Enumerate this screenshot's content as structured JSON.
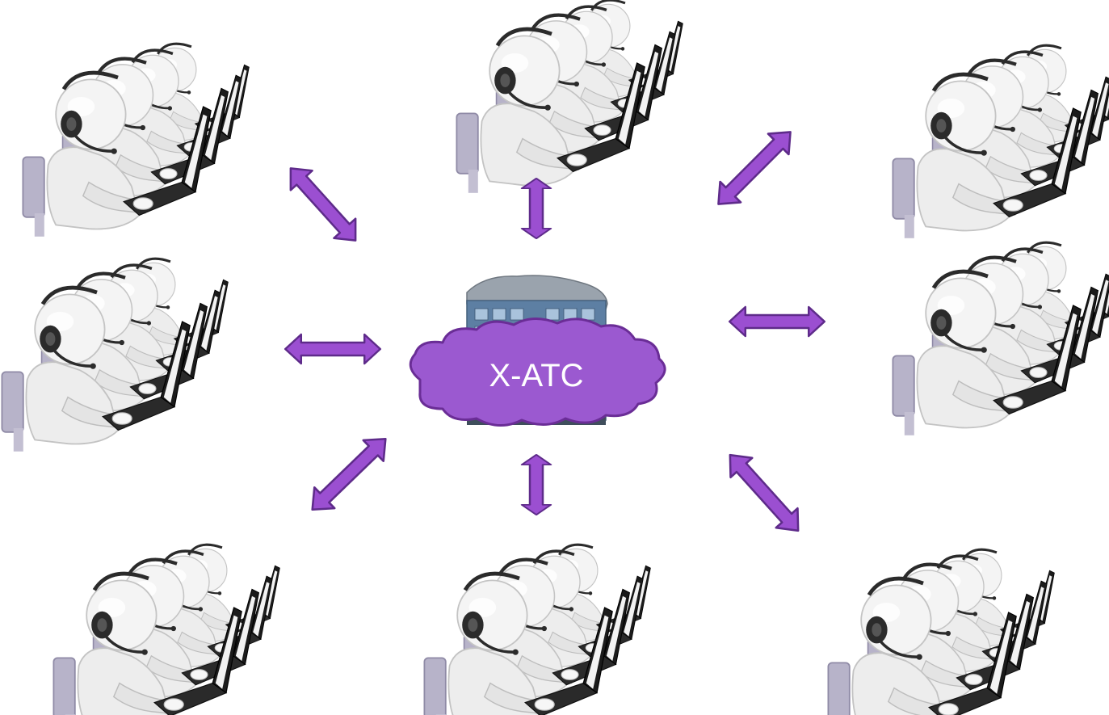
{
  "hub": {
    "label": "X-ATC",
    "cloud_color": "#9b59d0",
    "cloud_stroke": "#6a2d96",
    "label_color": "#ffffff"
  },
  "nodes": [
    {
      "id": "operator-group-top-left"
    },
    {
      "id": "operator-group-top-center"
    },
    {
      "id": "operator-group-top-right"
    },
    {
      "id": "operator-group-middle-left"
    },
    {
      "id": "operator-group-middle-right"
    },
    {
      "id": "operator-group-bottom-left"
    },
    {
      "id": "operator-group-bottom-center"
    },
    {
      "id": "operator-group-bottom-right"
    }
  ],
  "edges": [
    {
      "from": "operator-group-top-left",
      "to": "hub",
      "type": "bidirectional"
    },
    {
      "from": "operator-group-top-center",
      "to": "hub",
      "type": "bidirectional"
    },
    {
      "from": "operator-group-top-right",
      "to": "hub",
      "type": "bidirectional"
    },
    {
      "from": "operator-group-middle-left",
      "to": "hub",
      "type": "bidirectional"
    },
    {
      "from": "operator-group-middle-right",
      "to": "hub",
      "type": "bidirectional"
    },
    {
      "from": "operator-group-bottom-left",
      "to": "hub",
      "type": "bidirectional"
    },
    {
      "from": "operator-group-bottom-center",
      "to": "hub",
      "type": "bidirectional"
    },
    {
      "from": "operator-group-bottom-right",
      "to": "hub",
      "type": "bidirectional"
    }
  ],
  "colors": {
    "arrow_fill": "#9b4fd1",
    "arrow_stroke": "#5e2b8a",
    "figure": "#f1f1f1",
    "figure_shade": "#c9c9c9",
    "headset": "#2b2b2b",
    "chair": "#b7b3c9",
    "laptop": "#1e1e1e"
  }
}
